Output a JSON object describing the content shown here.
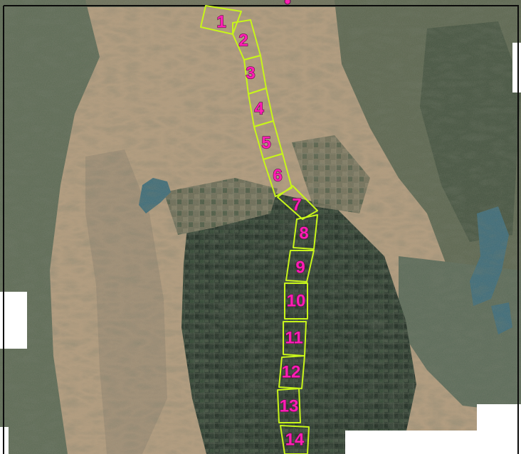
{
  "map": {
    "kind": "aerial-imagery",
    "colors": {
      "segment_outline": "#c8f51a",
      "segment_label": "#ff1fb4",
      "label_halo": "#5a0f43",
      "terrain_dry": "#b39a7a",
      "terrain_mountain": "#5f6a52",
      "cropland": "#28382a",
      "water": "#3d6b78",
      "frame": "#0b0b0b"
    },
    "segments": [
      {
        "label": "1"
      },
      {
        "label": "2"
      },
      {
        "label": "3"
      },
      {
        "label": "4"
      },
      {
        "label": "5"
      },
      {
        "label": "6"
      },
      {
        "label": "7"
      },
      {
        "label": "8"
      },
      {
        "label": "9"
      },
      {
        "label": "10"
      },
      {
        "label": "11"
      },
      {
        "label": "12"
      },
      {
        "label": "13"
      },
      {
        "label": "14"
      }
    ]
  }
}
